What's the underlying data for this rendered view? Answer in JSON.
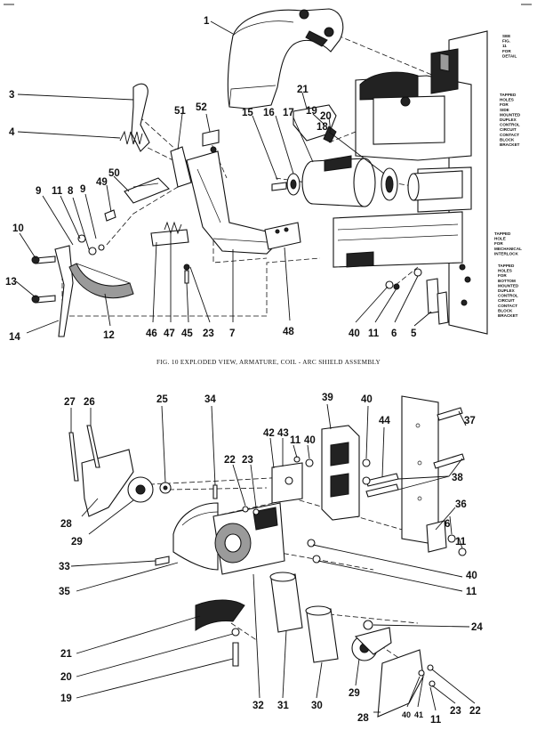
{
  "figure10": {
    "caption": "FIG. 10 EXPLODED VIEW, ARMATURE, COIL - ARC SHIELD ASSEMBLY",
    "notes": {
      "see_fig11": "SEE FIG. 11 FOR DETAIL",
      "tapped_side": "TAPPED HOLES FOR SIDE MOUNTED DUPLEX CONTROL CIRCUIT CONTACT BLOCK BRACKET",
      "tapped_interlock": "TAPPED HOLE FOR MECHANICAL INTERLOCK",
      "tapped_bottom": "TAPPED HOLES FOR BOTTOM MOUNTED DUPLEX CONTROL CIRCUIT CONTACT BLOCK BRACKET"
    },
    "callouts": [
      "1",
      "3",
      "4",
      "9",
      "11",
      "8",
      "9",
      "49",
      "50",
      "51",
      "52",
      "15",
      "16",
      "17",
      "21",
      "19",
      "20",
      "18",
      "10",
      "13",
      "14",
      "12",
      "46",
      "47",
      "45",
      "23",
      "7",
      "48",
      "40",
      "11",
      "6",
      "5"
    ]
  },
  "figure11": {
    "callouts": [
      "27",
      "26",
      "25",
      "34",
      "39",
      "40",
      "44",
      "37",
      "42",
      "43",
      "11",
      "40",
      "22",
      "23",
      "38",
      "28",
      "29",
      "36",
      "6",
      "11",
      "33",
      "35",
      "40",
      "11",
      "24",
      "21",
      "20",
      "19",
      "32",
      "31",
      "30",
      "29",
      "28",
      "40",
      "41",
      "11",
      "23",
      "22"
    ]
  }
}
